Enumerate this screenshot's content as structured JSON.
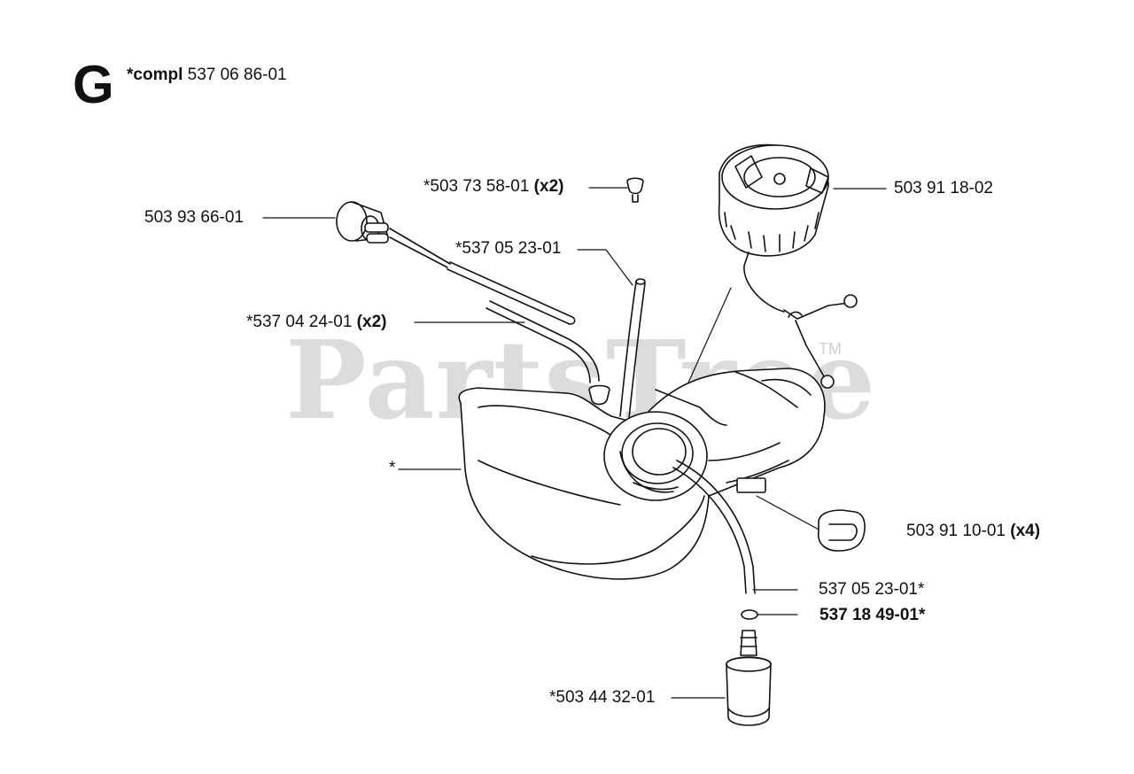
{
  "section": {
    "letter": "G",
    "compl_prefix": "*compl",
    "compl_number": "537 06 86-01"
  },
  "watermark": {
    "text": "PartsTree",
    "tm": "TM"
  },
  "parts": [
    {
      "id": "p1",
      "number": "*503 73 58-01",
      "qty": "(x2)"
    },
    {
      "id": "p2",
      "number": "503 93 66-01",
      "qty": ""
    },
    {
      "id": "p3",
      "number": "*537 05 23-01",
      "qty": ""
    },
    {
      "id": "p4",
      "number": "*537 04 24-01",
      "qty": "(x2)"
    },
    {
      "id": "p5",
      "number": "*",
      "qty": ""
    },
    {
      "id": "p6",
      "number": "503 91 18-02",
      "qty": ""
    },
    {
      "id": "p7",
      "number": "503 91 10-01",
      "qty": "(x4)"
    },
    {
      "id": "p8",
      "number": "537 05 23-01*",
      "qty": ""
    },
    {
      "id": "p9",
      "number": "537 18 49-01*",
      "qty": ""
    },
    {
      "id": "p10",
      "number": "*503 44 32-01",
      "qty": ""
    }
  ]
}
